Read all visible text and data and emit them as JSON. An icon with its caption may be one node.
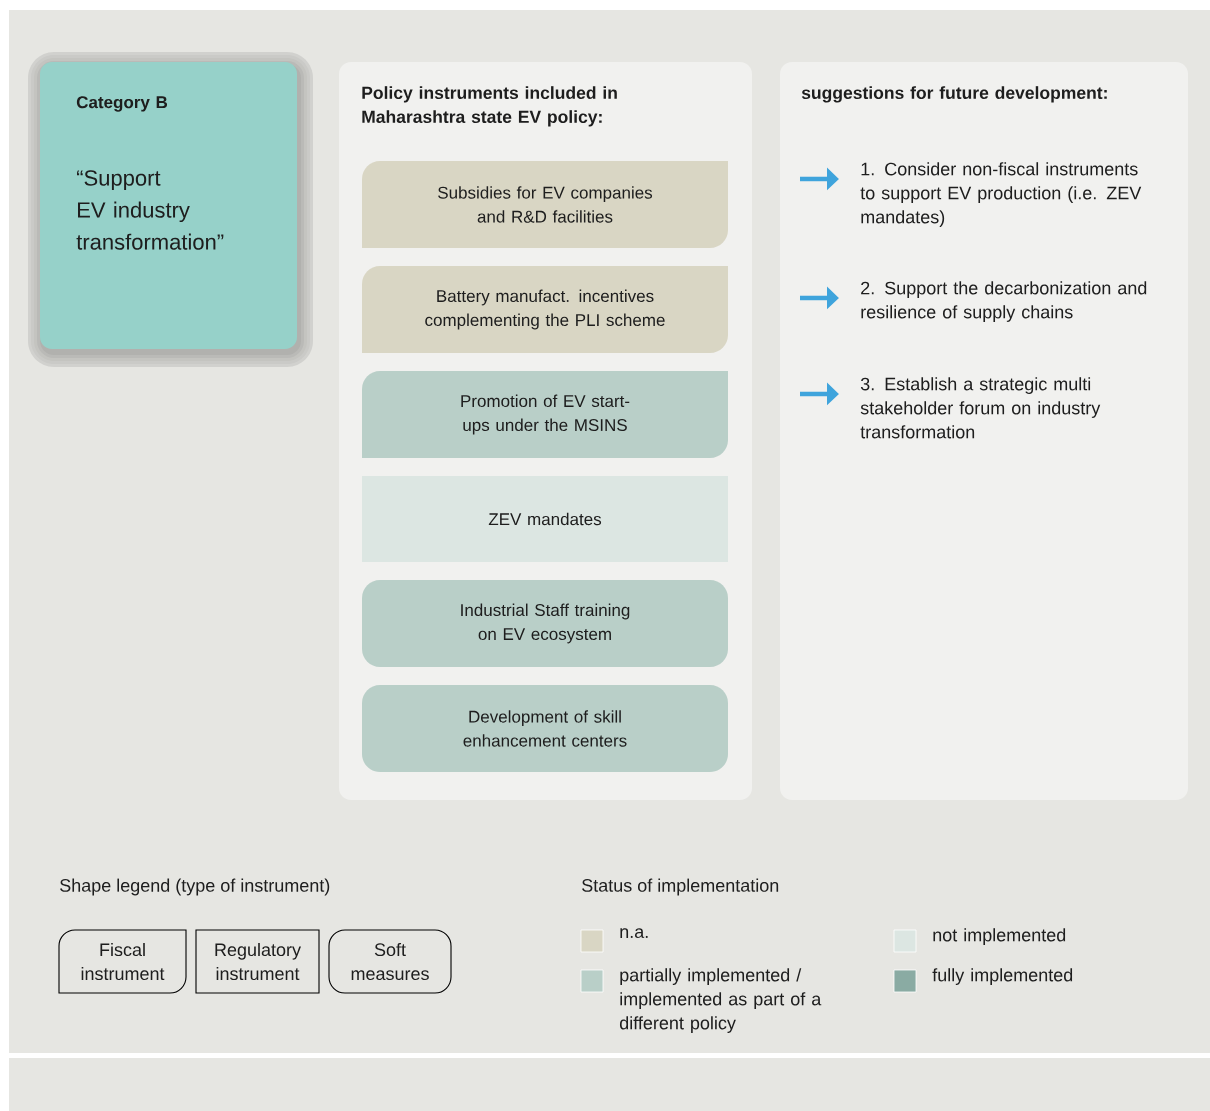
{
  "diagram": {
    "nodes": [
      {
        "text": [
          "Category B",
          "“Support EV industry transformation”"
        ]
      },
      {
        "text": [
          "Policy instruments included in Maharashtra state EV policy:"
        ]
      },
      {
        "text": [
          "Subsidies for EV companies and R&D facilities"
        ],
        "in": 1
      },
      {
        "text": [
          "Battery manufact. incentives complementing the PLI scheme"
        ],
        "in": 1
      },
      {
        "text": [
          "Promotion of EV start-ups under the MSINS"
        ],
        "in": 1
      },
      {
        "text": [
          "ZEV mandates"
        ],
        "in": 1
      },
      {
        "text": [
          "Industrial Staff training on EV ecosystem"
        ],
        "in": 1
      },
      {
        "text": [
          "Development of skill enhancement centers"
        ],
        "in": 1
      },
      {
        "text": [
          "suggestions for future development:",
          "1. Consider non-fiscal instruments to support EV production (i.e. ZEV mandates)",
          "2. Support the decarbonization and resilience of supply chains",
          "3. Establish a strategic multi stakeholder forum on industry transformation"
        ]
      },
      {
        "text": [
          "Fiscal instrument"
        ]
      },
      {
        "text": [
          "Regulatory instrument"
        ]
      },
      {
        "text": [
          "Soft measures"
        ]
      }
    ],
    "labels": [
      "Shape legend (type of instrument)",
      "Status of implementation"
    ],
    "legend": [
      {
        "text": "n.a.",
        "color": "#d9d6c4"
      },
      {
        "text": "partially implemented / implemented as part of a different policy",
        "color": "#b9cfc8"
      },
      {
        "text": "not implemented",
        "color": "#dce6e2"
      },
      {
        "text": "fully implemented",
        "color": "#8aaba3"
      }
    ]
  }
}
